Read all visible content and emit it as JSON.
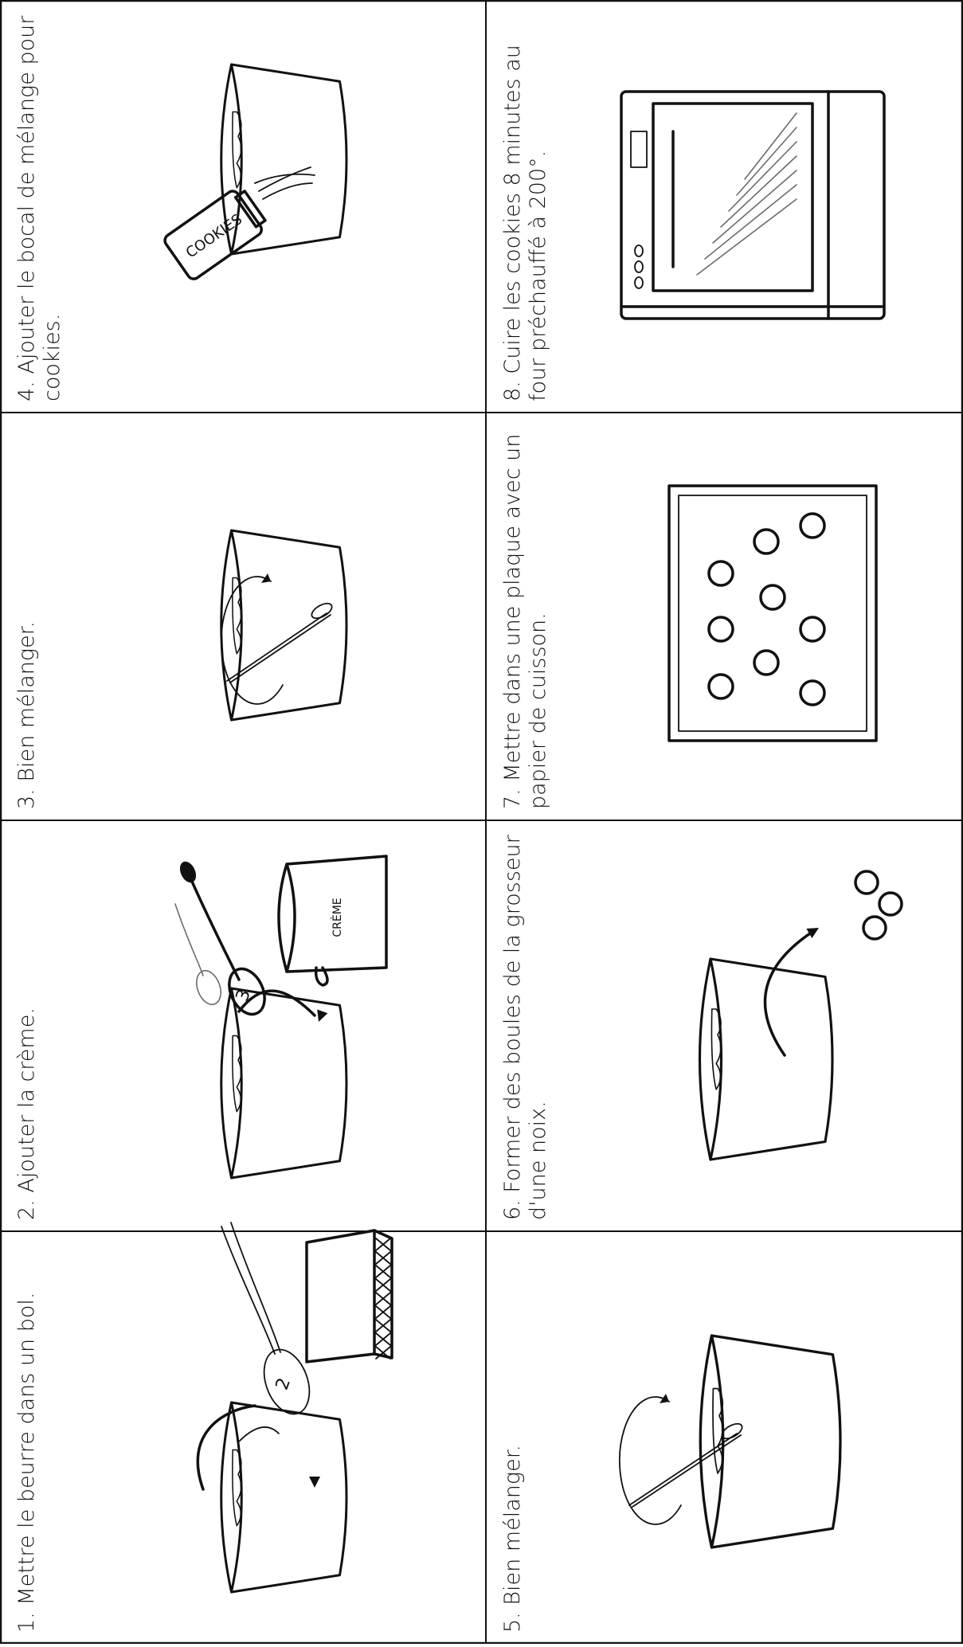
{
  "sheet": {
    "steps": [
      {
        "label": "1. Mettre le beurre dans un bol."
      },
      {
        "label": "2. Ajouter la crème."
      },
      {
        "label": "3. Bien mélanger."
      },
      {
        "label": "4. Ajouter le bocal de mélange pour cookies."
      },
      {
        "label": "5. Bien mélanger."
      },
      {
        "label": "6. Former des boules de la grosseur d'une noix."
      },
      {
        "label": "7. Mettre dans une plaque avec un papier de cuisson."
      },
      {
        "label": "8. Cuire les cookies 8 minutes au four préchauffé à 200°."
      }
    ],
    "step1_spoon_number": "2",
    "step2_spoon_number": "3",
    "step2_container_label": "CRÈME",
    "step4_jar_label": "COOKIES"
  }
}
